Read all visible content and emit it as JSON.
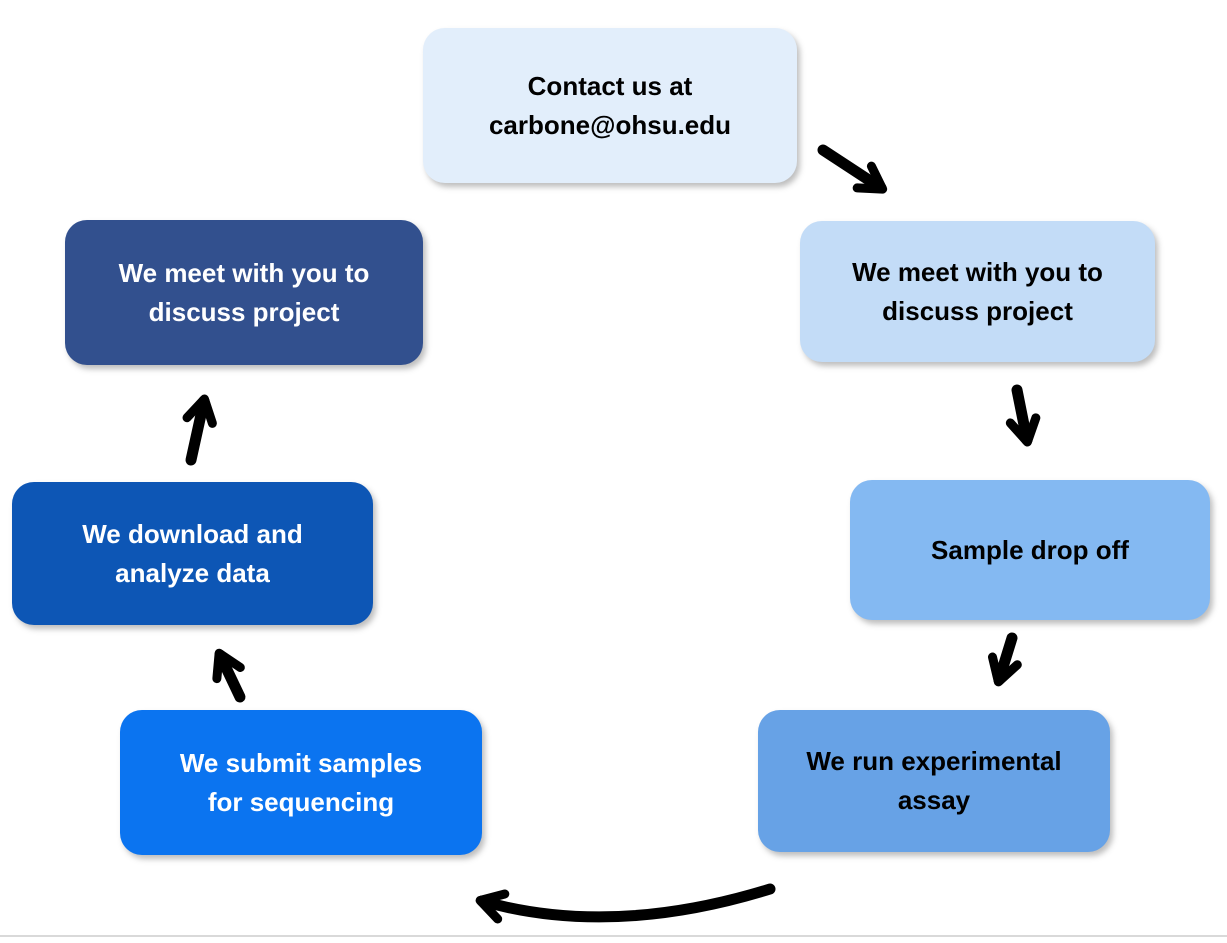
{
  "diagram": {
    "arrow_color": "#000000",
    "bottom_rule_color": "#d9d9d9",
    "nodes": [
      {
        "id": "contact",
        "label": "Contact us at\ncarbone@ohsu.edu",
        "bg": "#e2eefb",
        "text": "#000000"
      },
      {
        "id": "meet-right",
        "label": "We meet with you to\ndiscuss project",
        "bg": "#c3dcf7",
        "text": "#000000"
      },
      {
        "id": "sample-dropoff",
        "label": "Sample drop off",
        "bg": "#84b9f2",
        "text": "#000000"
      },
      {
        "id": "run-assay",
        "label": "We run experimental\nassay",
        "bg": "#67a2e6",
        "text": "#000000"
      },
      {
        "id": "submit-samples",
        "label": "We submit samples\nfor sequencing",
        "bg": "#0b74f0",
        "text": "#ffffff"
      },
      {
        "id": "download-analyze",
        "label": "We download and\nanalyze data",
        "bg": "#0d56b5",
        "text": "#ffffff"
      },
      {
        "id": "meet-left",
        "label": "We meet with you to\ndiscuss project",
        "bg": "#32508e",
        "text": "#ffffff"
      }
    ],
    "connections": [
      {
        "from": "contact",
        "to": "meet-right"
      },
      {
        "from": "meet-right",
        "to": "sample-dropoff"
      },
      {
        "from": "sample-dropoff",
        "to": "run-assay"
      },
      {
        "from": "run-assay",
        "to": "submit-samples"
      },
      {
        "from": "submit-samples",
        "to": "download-analyze"
      },
      {
        "from": "download-analyze",
        "to": "meet-left"
      }
    ]
  }
}
